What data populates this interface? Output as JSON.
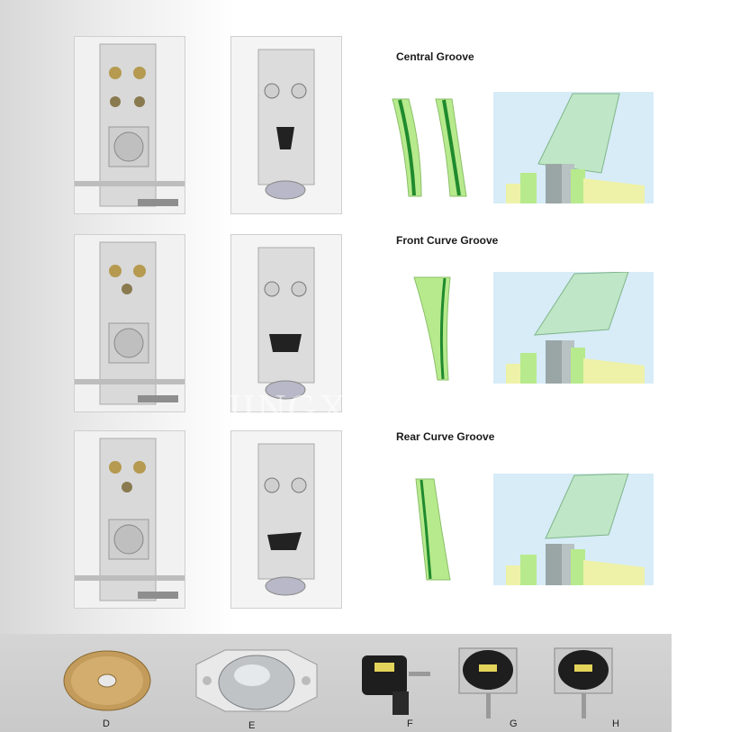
{
  "grooves": [
    {
      "title": "Central Groove"
    },
    {
      "title": "Front Curve Groove"
    },
    {
      "title": "Rear Curve Groove"
    }
  ],
  "parts": [
    {
      "letter": "D",
      "name": "diamond-grinding-wheel"
    },
    {
      "letter": "E",
      "name": "dome-chuck-plate"
    },
    {
      "letter": "F",
      "name": "motor"
    },
    {
      "letter": "G",
      "name": "motor"
    },
    {
      "letter": "H",
      "name": "motor"
    }
  ],
  "watermark": "JINGXIN",
  "colors": {
    "lens_green": "#b7ea8c",
    "groove_dark": "#1f8a2e",
    "panel_blue": "#d7ecf7",
    "panel_mint": "#bfe6c6",
    "jaw_yellow": "#eef2a8",
    "jaw_gray": "#9aa6a6"
  }
}
